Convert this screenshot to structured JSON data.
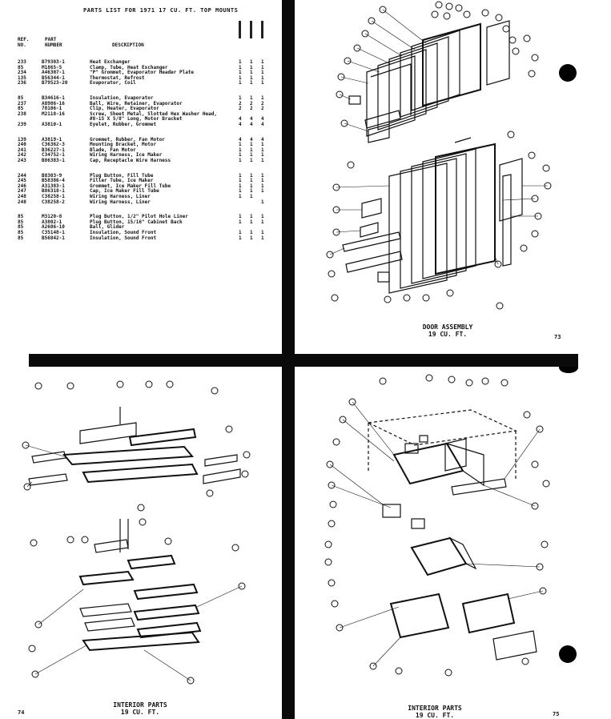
{
  "parts_list": {
    "title": "PARTS LIST FOR 1971 17 CU. FT. TOP MOUNTS",
    "headers": {
      "ref": "REF.\nNO.",
      "part": "PART\nNUMBER",
      "description": "DESCRIPTION"
    },
    "groups": [
      [
        {
          "ref": "233",
          "part": "B79303-1",
          "desc": "Heat Exchanger",
          "qty": [
            "1",
            "1",
            "1"
          ]
        },
        {
          "ref": "85",
          "part": "M1865-5",
          "desc": "Clamp, Tube, Heat Exchanger",
          "qty": [
            "1",
            "1",
            "1"
          ]
        },
        {
          "ref": "234",
          "part": "A46307-1",
          "desc": "\"P\" Grommet, Evaporator Header Plate",
          "qty": [
            "1",
            "1",
            "1"
          ]
        },
        {
          "ref": "135",
          "part": "B56344-1",
          "desc": "Thermostat, Refrost",
          "qty": [
            "1",
            "1",
            "1"
          ]
        },
        {
          "ref": "236",
          "part": "B79523-20",
          "desc": "Evaporator, Coil",
          "qty": [
            "1",
            "1",
            "1"
          ]
        }
      ],
      [
        {
          "ref": "85",
          "part": "B34616-1",
          "desc": "Insulation, Evaporator",
          "qty": [
            "1",
            "1",
            "1"
          ]
        },
        {
          "ref": "237",
          "part": "A8986-16",
          "desc": "Ball, Wire, Retainer, Evaporator",
          "qty": [
            "2",
            "2",
            "2"
          ]
        },
        {
          "ref": "85",
          "part": "78106-1",
          "desc": "Clip, Heater, Evaporator",
          "qty": [
            "2",
            "2",
            "2"
          ]
        },
        {
          "ref": "238",
          "part": "M2118-16",
          "desc": "Screw, Sheet Metal, Slotted Hex Washer Head,",
          "qty": [
            "",
            "",
            ""
          ]
        },
        {
          "ref": "",
          "part": "",
          "desc": "#8-15 X 5/8\" Long, Motor Bracket",
          "qty": [
            "4",
            "4",
            "4"
          ]
        },
        {
          "ref": "239",
          "part": "A3810-1",
          "desc": "Eyelet, Rubber, Grommet",
          "qty": [
            "4",
            "4",
            "4"
          ]
        }
      ],
      [
        {
          "ref": "139",
          "part": "A3819-1",
          "desc": "Grommet, Rubber, Fan Motor",
          "qty": [
            "4",
            "4",
            "4"
          ]
        },
        {
          "ref": "240",
          "part": "C36362-3",
          "desc": "Mounting Bracket, Motor",
          "qty": [
            "1",
            "1",
            "1"
          ]
        },
        {
          "ref": "241",
          "part": "B36227-1",
          "desc": "Blade, Fan Motor",
          "qty": [
            "1",
            "1",
            "1"
          ]
        },
        {
          "ref": "242",
          "part": "C34752-1",
          "desc": "Wiring Harness, Ice Maker",
          "qty": [
            "1",
            "1",
            "1"
          ]
        },
        {
          "ref": "243",
          "part": "B86383-1",
          "desc": "Cap, Receptacle Wire Harness",
          "qty": [
            "1",
            "1",
            "1"
          ]
        }
      ],
      [
        {
          "ref": "244",
          "part": "B8303-9",
          "desc": "Plug Button, Fill Tube",
          "qty": [
            "1",
            "1",
            "1"
          ]
        },
        {
          "ref": "245",
          "part": "B58386-4",
          "desc": "Filler Tube, Ice Maker",
          "qty": [
            "1",
            "1",
            "1"
          ]
        },
        {
          "ref": "246",
          "part": "A31383-1",
          "desc": "Grommet, Ice Maker Fill Tube",
          "qty": [
            "1",
            "1",
            "1"
          ]
        },
        {
          "ref": "247",
          "part": "B86318-1",
          "desc": "Cap, Ice Maker Fill Tube",
          "qty": [
            "1",
            "1",
            "1"
          ]
        },
        {
          "ref": "248",
          "part": "C38258-1",
          "desc": "Wiring Harness, Liner",
          "qty": [
            "1",
            "1",
            ""
          ]
        },
        {
          "ref": "248",
          "part": "C38258-2",
          "desc": "Wiring Harness, Liner",
          "qty": [
            "",
            "",
            "1"
          ]
        }
      ],
      [
        {
          "ref": "85",
          "part": "M3120-8",
          "desc": "Plug Button, 1/2\" Pilot Hole Liner",
          "qty": [
            "1",
            "1",
            "1"
          ]
        },
        {
          "ref": "85",
          "part": "A3802-1",
          "desc": "Plug Button, 15/16\" Cabinet Back",
          "qty": [
            "1",
            "1",
            "1"
          ]
        },
        {
          "ref": "85",
          "part": "A2686-10",
          "desc": "Ball, Glider",
          "qty": [
            "",
            "",
            ""
          ]
        },
        {
          "ref": "85",
          "part": "C35148-1",
          "desc": "Insulation, Sound Front",
          "qty": [
            "1",
            "1",
            "1"
          ]
        },
        {
          "ref": "85",
          "part": "B56842-1",
          "desc": "Insulation, Sound Front",
          "qty": [
            "1",
            "1",
            "1"
          ]
        }
      ]
    ]
  },
  "captions": {
    "door_assembly": [
      "DOOR ASSEMBLY",
      "19 CU. FT."
    ],
    "interior_left": [
      "INTERIOR PARTS",
      "19 CU. FT."
    ],
    "interior_right": [
      "INTERIOR PARTS",
      "19 CU. FT."
    ]
  },
  "page_numbers": {
    "top_right": "73",
    "bottom_left": "74",
    "bottom_right": "75"
  }
}
